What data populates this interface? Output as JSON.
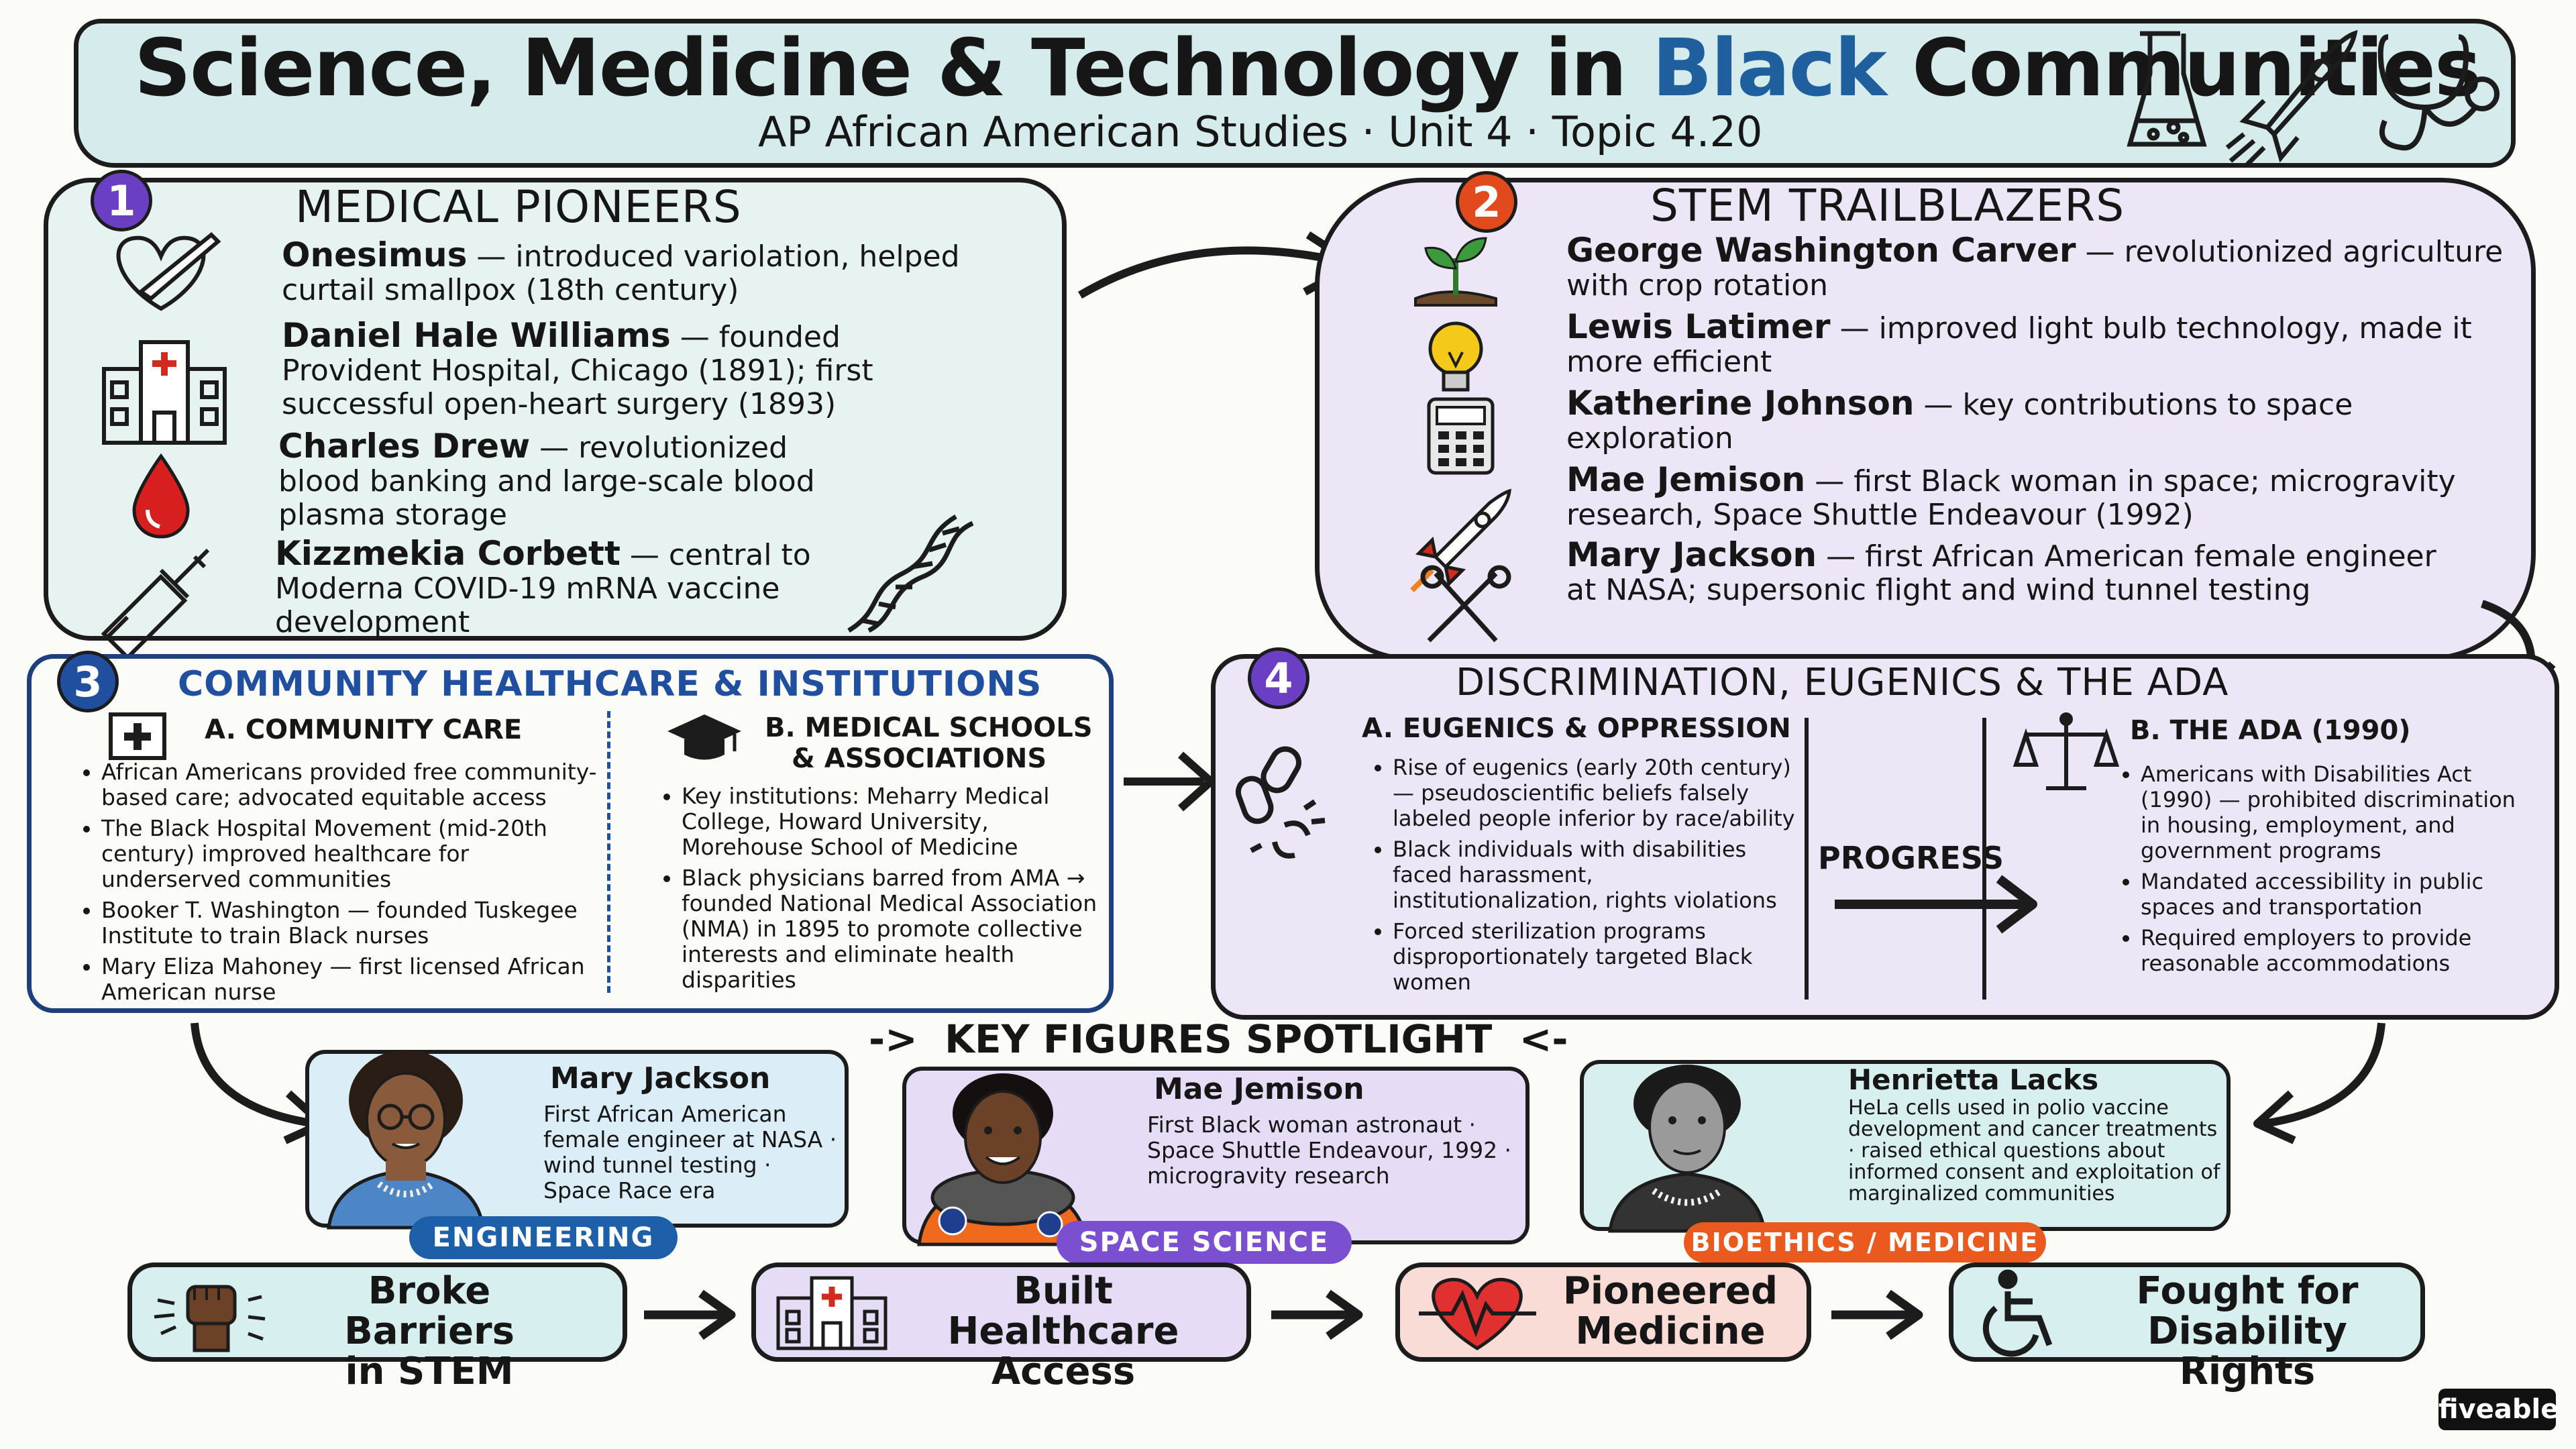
{
  "header": {
    "title_main": "Science, Medicine & Technology in ",
    "title_accent": "Black",
    "title_end": " Communities",
    "subtitle": "AP African American Studies · Unit 4 · Topic 4.20"
  },
  "section1": {
    "number": "1",
    "title": "MEDICAL PIONEERS",
    "entries": [
      {
        "name": "Onesimus",
        "desc": " — introduced variolation, helped curtail smallpox (18th century)"
      },
      {
        "name": "Daniel Hale Williams",
        "desc": " — founded Provident Hospital, Chicago (1891); first successful open-heart surgery (1893)"
      },
      {
        "name": "Charles Drew",
        "desc": " — revolutionized blood banking and large-scale blood plasma storage"
      },
      {
        "name": "Kizzmekia Corbett",
        "desc": " — central to Moderna COVID-19 mRNA vaccine development"
      }
    ]
  },
  "section2": {
    "number": "2",
    "title": "STEM TRAILBLAZERS",
    "entries": [
      {
        "name": "George Washington Carver",
        "desc": " — revolutionized agriculture with crop rotation"
      },
      {
        "name": "Lewis Latimer",
        "desc": " — improved light bulb technology, made it more efficient"
      },
      {
        "name": "Katherine Johnson",
        "desc": " — key contributions to space exploration"
      },
      {
        "name": "Mae Jemison",
        "desc": " — first Black woman in space; microgravity research, Space Shuttle Endeavour (1992)"
      },
      {
        "name": "Mary Jackson",
        "desc": " — first African American female engineer at NASA; supersonic flight and wind tunnel testing"
      }
    ]
  },
  "section3": {
    "number": "3",
    "title": "COMMUNITY HEALTHCARE & INSTITUTIONS",
    "col_a_title": "A. COMMUNITY CARE",
    "col_a_items": [
      "African Americans provided free community-based care; advocated equitable access",
      "The Black Hospital Movement (mid-20th century) improved healthcare for underserved communities",
      "Booker T. Washington — founded Tuskegee Institute to train Black nurses",
      "Mary Eliza Mahoney — first licensed African American nurse"
    ],
    "col_b_title_1": "B. MEDICAL SCHOOLS",
    "col_b_title_2": "& ASSOCIATIONS",
    "col_b_items": [
      "Key institutions: Meharry Medical College, Howard University, Morehouse School of Medicine",
      "Black physicians barred from AMA → founded National Medical Association (NMA) in 1895 to promote collective interests and eliminate health disparities"
    ]
  },
  "section4": {
    "number": "4",
    "title": "DISCRIMINATION, EUGENICS & THE ADA",
    "col_a_title": "A. EUGENICS & OPPRESSION",
    "col_a_items": [
      "Rise of eugenics (early 20th century) — pseudoscientific beliefs falsely labeled people inferior by race/ability",
      "Black individuals with disabilities faced harassment, institutionalization, rights violations",
      "Forced sterilization programs disproportionately targeted Black women"
    ],
    "progress_label": "PROGRESS",
    "col_b_title": "B. THE ADA (1990)",
    "col_b_items": [
      "Americans with Disabilities Act (1990) — prohibited discrimination in housing, employment, and government programs",
      "Mandated accessibility in public spaces and transportation",
      "Required employers to provide reasonable accommodations"
    ]
  },
  "spotlight": {
    "title": "KEY FIGURES SPOTLIGHT",
    "left_mark": "->",
    "right_mark": "<-",
    "cards": [
      {
        "name": "Mary Jackson",
        "desc": "First African American female engineer at NASA · wind tunnel testing · Space Race era",
        "tag": "ENGINEERING"
      },
      {
        "name": "Mae Jemison",
        "desc": "First Black woman astronaut · Space Shuttle Endeavour, 1992 · microgravity research",
        "tag": "SPACE SCIENCE"
      },
      {
        "name": "Henrietta Lacks",
        "desc": "HeLa cells used in polio vaccine development and cancer treatments · raised ethical questions about informed consent and exploitation of marginalized communities",
        "tag": "BIOETHICS / MEDICINE"
      }
    ]
  },
  "flow": [
    {
      "line1": "Broke Barriers",
      "line2": "in STEM"
    },
    {
      "line1": "Built Healthcare",
      "line2": "Access"
    },
    {
      "line1": "Pioneered",
      "line2": "Medicine"
    },
    {
      "line1": "Fought for",
      "line2": "Disability Rights"
    }
  ],
  "brand": "fiveable",
  "colors": {
    "banner": "#d6ecec",
    "sec1_bg": "#e6f3f1",
    "sec2_bg": "#ece6f6",
    "sec4_bg": "#ece6f6",
    "circle_purple": "#6a3fc4",
    "circle_red": "#e04a1c",
    "circle_blue": "#1f4f9e",
    "tag_blue": "#1d5fa8",
    "tag_purple": "#7a4fd0",
    "tag_orange": "#ea5a1e",
    "card_blue": "#dbeef8",
    "card_purple": "#e6dcf6",
    "card_pink": "#fadcd6",
    "card_teal": "#d8efef"
  },
  "icons": [
    "flask-icon",
    "rocket-icon",
    "stethoscope-icon",
    "heart-thermometer-icon",
    "hospital-icon",
    "blood-drop-icon",
    "syringe-icon",
    "dna-icon",
    "sprout-icon",
    "lightbulb-icon",
    "calculator-icon",
    "rocket-icon",
    "tools-icon",
    "medical-cross-icon",
    "graduation-cap-icon",
    "broken-chain-icon",
    "scales-icon",
    "raised-fist-icon",
    "hospital-icon",
    "heartbeat-icon",
    "wheelchair-icon"
  ]
}
